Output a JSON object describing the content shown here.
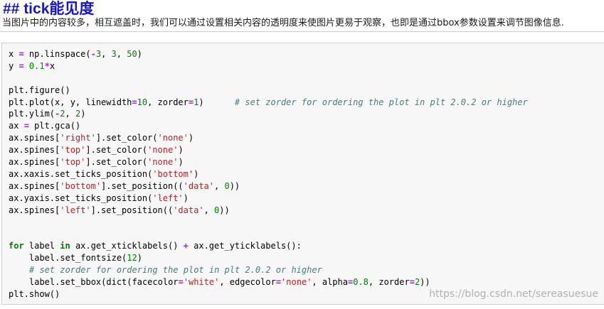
{
  "heading": "## tick能见度",
  "intro": "当图片中的内容较多，相互遮盖时，我们可以通过设置相关内容的透明度来使图片更易于观察，也即是通过bbox参数设置来调节图像信息.",
  "code_lines": [
    {
      "indent": 0,
      "tokens": [
        [
          "t",
          "x "
        ],
        [
          "op",
          "="
        ],
        [
          "t",
          " np.linspace("
        ],
        [
          "op",
          "-"
        ],
        [
          "num",
          "3"
        ],
        [
          "t",
          ", "
        ],
        [
          "num",
          "3"
        ],
        [
          "t",
          ", "
        ],
        [
          "num",
          "50"
        ],
        [
          "t",
          ")"
        ]
      ]
    },
    {
      "indent": 0,
      "tokens": [
        [
          "t",
          "y "
        ],
        [
          "op",
          "="
        ],
        [
          "t",
          " "
        ],
        [
          "num",
          "0.1"
        ],
        [
          "op",
          "*"
        ],
        [
          "t",
          "x"
        ]
      ]
    },
    {
      "indent": 0,
      "tokens": []
    },
    {
      "indent": 0,
      "tokens": [
        [
          "t",
          "plt.figure()"
        ]
      ]
    },
    {
      "indent": 0,
      "tokens": [
        [
          "t",
          "plt.plot(x, y, linewidth"
        ],
        [
          "op",
          "="
        ],
        [
          "num",
          "10"
        ],
        [
          "t",
          ", zorder"
        ],
        [
          "op",
          "="
        ],
        [
          "num",
          "1"
        ],
        [
          "t",
          ")      "
        ],
        [
          "com",
          "# set zorder for ordering the plot in plt 2.0.2 or higher"
        ]
      ]
    },
    {
      "indent": 0,
      "tokens": [
        [
          "t",
          "plt.ylim("
        ],
        [
          "op",
          "-"
        ],
        [
          "num",
          "2"
        ],
        [
          "t",
          ", "
        ],
        [
          "num",
          "2"
        ],
        [
          "t",
          ")"
        ]
      ]
    },
    {
      "indent": 0,
      "tokens": [
        [
          "t",
          "ax "
        ],
        [
          "op",
          "="
        ],
        [
          "t",
          " plt.gca()"
        ]
      ]
    },
    {
      "indent": 0,
      "tokens": [
        [
          "t",
          "ax.spines["
        ],
        [
          "str",
          "'right'"
        ],
        [
          "t",
          "].set_color("
        ],
        [
          "str",
          "'none'"
        ],
        [
          "t",
          ")"
        ]
      ]
    },
    {
      "indent": 0,
      "tokens": [
        [
          "t",
          "ax.spines["
        ],
        [
          "str",
          "'top'"
        ],
        [
          "t",
          "].set_color("
        ],
        [
          "str",
          "'none'"
        ],
        [
          "t",
          ")"
        ]
      ]
    },
    {
      "indent": 0,
      "tokens": [
        [
          "t",
          "ax.spines["
        ],
        [
          "str",
          "'top'"
        ],
        [
          "t",
          "].set_color("
        ],
        [
          "str",
          "'none'"
        ],
        [
          "t",
          ")"
        ]
      ]
    },
    {
      "indent": 0,
      "tokens": [
        [
          "t",
          "ax.xaxis.set_ticks_position("
        ],
        [
          "str",
          "'bottom'"
        ],
        [
          "t",
          ")"
        ]
      ]
    },
    {
      "indent": 0,
      "tokens": [
        [
          "t",
          "ax.spines["
        ],
        [
          "str",
          "'bottom'"
        ],
        [
          "t",
          "].set_position(("
        ],
        [
          "str",
          "'data'"
        ],
        [
          "t",
          ", "
        ],
        [
          "num",
          "0"
        ],
        [
          "t",
          "))"
        ]
      ]
    },
    {
      "indent": 0,
      "tokens": [
        [
          "t",
          "ax.yaxis.set_ticks_position("
        ],
        [
          "str",
          "'left'"
        ],
        [
          "t",
          ")"
        ]
      ]
    },
    {
      "indent": 0,
      "tokens": [
        [
          "t",
          "ax.spines["
        ],
        [
          "str",
          "'left'"
        ],
        [
          "t",
          "].set_position(("
        ],
        [
          "str",
          "'data'"
        ],
        [
          "t",
          ", "
        ],
        [
          "num",
          "0"
        ],
        [
          "t",
          "))"
        ]
      ]
    },
    {
      "indent": 0,
      "tokens": []
    },
    {
      "indent": 0,
      "tokens": []
    },
    {
      "indent": 0,
      "tokens": [
        [
          "kw",
          "for"
        ],
        [
          "t",
          " label "
        ],
        [
          "kw",
          "in"
        ],
        [
          "t",
          " ax.get_xticklabels() "
        ],
        [
          "op",
          "+"
        ],
        [
          "t",
          " ax.get_yticklabels():"
        ]
      ]
    },
    {
      "indent": 1,
      "tokens": [
        [
          "t",
          "label.set_fontsize("
        ],
        [
          "num",
          "12"
        ],
        [
          "t",
          ")"
        ]
      ]
    },
    {
      "indent": 1,
      "tokens": [
        [
          "com",
          "# set zorder for ordering the plot in plt 2.0.2 or higher"
        ]
      ]
    },
    {
      "indent": 1,
      "tokens": [
        [
          "t",
          "label.set_bbox(dict(facecolor"
        ],
        [
          "op",
          "="
        ],
        [
          "str",
          "'white'"
        ],
        [
          "t",
          ", edgecolor"
        ],
        [
          "op",
          "="
        ],
        [
          "str",
          "'none'"
        ],
        [
          "t",
          ", alpha"
        ],
        [
          "op",
          "="
        ],
        [
          "num",
          "0.8"
        ],
        [
          "t",
          ", zorder"
        ],
        [
          "op",
          "="
        ],
        [
          "num",
          "2"
        ],
        [
          "t",
          "))"
        ]
      ]
    },
    {
      "indent": 0,
      "tokens": [
        [
          "t",
          "plt.show()"
        ]
      ]
    }
  ],
  "watermark": "https://blog.csdn.net/sereasuesue",
  "colors": {
    "heading": "#1414dc",
    "keyword": "#008000",
    "number": "#008000",
    "operator": "#aa22ff",
    "string": "#ba2121",
    "comment": "#408080",
    "cell_background": "#f7f7f7"
  }
}
